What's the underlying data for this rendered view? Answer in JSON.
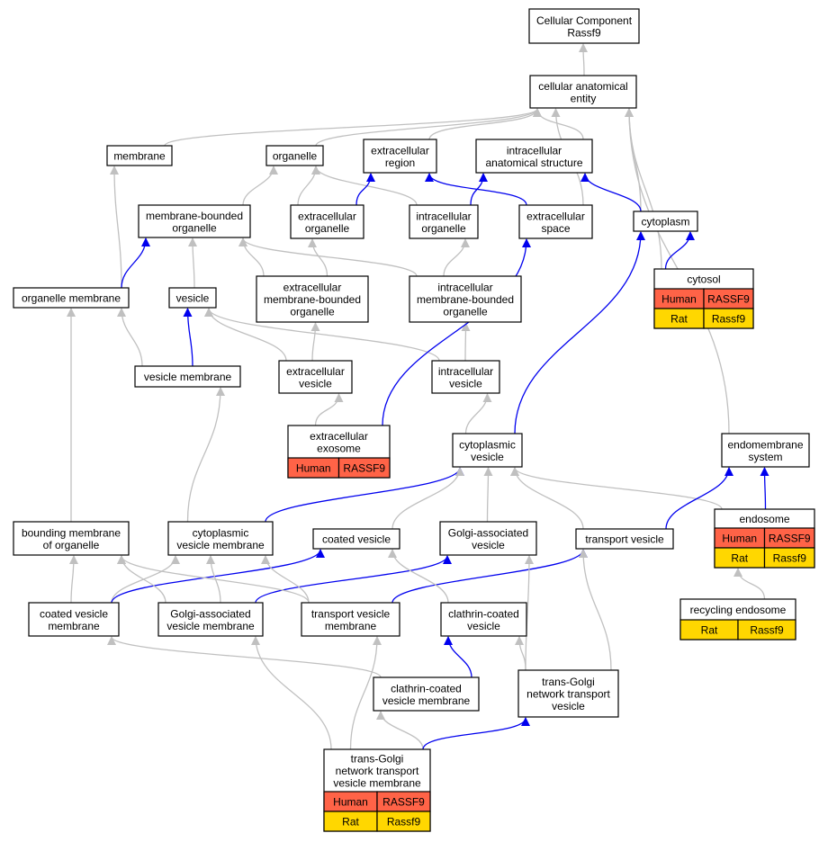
{
  "colors": {
    "is_a": "#c0c0c0",
    "part_of": "#0000ee",
    "human": "#ff6347",
    "rat": "#ffd700"
  },
  "nodes": [
    {
      "id": "cc_rassf9",
      "lines": [
        "Cellular Component",
        "Rassf9"
      ]
    },
    {
      "id": "cae",
      "lines": [
        "cellular anatomical",
        "entity"
      ]
    },
    {
      "id": "membrane",
      "lines": [
        "membrane"
      ]
    },
    {
      "id": "organelle",
      "lines": [
        "organelle"
      ]
    },
    {
      "id": "extracellular_region",
      "lines": [
        "extracellular",
        "region"
      ]
    },
    {
      "id": "intracellular_structure",
      "lines": [
        "intracellular",
        "anatomical structure"
      ]
    },
    {
      "id": "mb_organelle",
      "lines": [
        "membrane-bounded",
        "organelle"
      ]
    },
    {
      "id": "ec_organelle",
      "lines": [
        "extracellular",
        "organelle"
      ]
    },
    {
      "id": "ic_organelle",
      "lines": [
        "intracellular",
        "organelle"
      ]
    },
    {
      "id": "ec_space",
      "lines": [
        "extracellular",
        "space"
      ]
    },
    {
      "id": "cytoplasm",
      "lines": [
        "cytoplasm"
      ]
    },
    {
      "id": "cytosol",
      "lines": [
        "cytosol"
      ],
      "rows": [
        [
          "Human",
          "RASSF9"
        ],
        [
          "Rat",
          "Rassf9"
        ]
      ]
    },
    {
      "id": "organelle_membrane",
      "lines": [
        "organelle membrane"
      ]
    },
    {
      "id": "vesicle",
      "lines": [
        "vesicle"
      ]
    },
    {
      "id": "ec_mb_organelle",
      "lines": [
        "extracellular",
        "membrane-bounded",
        "organelle"
      ]
    },
    {
      "id": "ic_mb_organelle",
      "lines": [
        "intracellular",
        "membrane-bounded",
        "organelle"
      ]
    },
    {
      "id": "vesicle_membrane",
      "lines": [
        "vesicle membrane"
      ]
    },
    {
      "id": "ec_vesicle",
      "lines": [
        "extracellular",
        "vesicle"
      ]
    },
    {
      "id": "ic_vesicle",
      "lines": [
        "intracellular",
        "vesicle"
      ]
    },
    {
      "id": "ec_exosome",
      "lines": [
        "extracellular",
        "exosome"
      ],
      "rows": [
        [
          "Human",
          "RASSF9"
        ]
      ]
    },
    {
      "id": "cyto_vesicle",
      "lines": [
        "cytoplasmic",
        "vesicle"
      ]
    },
    {
      "id": "endomembrane",
      "lines": [
        "endomembrane",
        "system"
      ]
    },
    {
      "id": "bounding_membrane",
      "lines": [
        "bounding membrane",
        "of organelle"
      ]
    },
    {
      "id": "cyto_vesicle_membrane",
      "lines": [
        "cytoplasmic",
        "vesicle membrane"
      ]
    },
    {
      "id": "coated_vesicle",
      "lines": [
        "coated vesicle"
      ]
    },
    {
      "id": "golgi_vesicle",
      "lines": [
        "Golgi-associated",
        "vesicle"
      ]
    },
    {
      "id": "transport_vesicle",
      "lines": [
        "transport vesicle"
      ]
    },
    {
      "id": "endosome",
      "lines": [
        "endosome"
      ],
      "rows": [
        [
          "Human",
          "RASSF9"
        ],
        [
          "Rat",
          "Rassf9"
        ]
      ]
    },
    {
      "id": "coated_vesicle_membrane",
      "lines": [
        "coated vesicle",
        "membrane"
      ]
    },
    {
      "id": "golgi_vesicle_membrane",
      "lines": [
        "Golgi-associated",
        "vesicle membrane"
      ]
    },
    {
      "id": "transport_vesicle_membrane",
      "lines": [
        "transport vesicle",
        "membrane"
      ]
    },
    {
      "id": "clathrin_vesicle",
      "lines": [
        "clathrin-coated",
        "vesicle"
      ]
    },
    {
      "id": "recycling_endosome",
      "lines": [
        "recycling endosome"
      ],
      "rows": [
        [
          "Rat",
          "Rassf9"
        ]
      ]
    },
    {
      "id": "clathrin_vesicle_membrane",
      "lines": [
        "clathrin-coated",
        "vesicle membrane"
      ]
    },
    {
      "id": "tgn_vesicle",
      "lines": [
        "trans-Golgi",
        "network transport",
        "vesicle"
      ]
    },
    {
      "id": "tgn_vesicle_membrane",
      "lines": [
        "trans-Golgi",
        "network transport",
        "vesicle membrane"
      ],
      "rows": [
        [
          "Human",
          "RASSF9"
        ],
        [
          "Rat",
          "Rassf9"
        ]
      ]
    }
  ],
  "edges": [
    {
      "from": "cae",
      "to": "cc_rassf9",
      "type": "is_a"
    },
    {
      "from": "membrane",
      "to": "cae",
      "type": "is_a"
    },
    {
      "from": "organelle",
      "to": "cae",
      "type": "is_a"
    },
    {
      "from": "extracellular_region",
      "to": "cae",
      "type": "is_a"
    },
    {
      "from": "intracellular_structure",
      "to": "cae",
      "type": "is_a"
    },
    {
      "from": "ec_space",
      "to": "cae",
      "type": "is_a"
    },
    {
      "from": "cytoplasm",
      "to": "cae",
      "type": "is_a"
    },
    {
      "from": "cytosol",
      "to": "cae",
      "type": "is_a"
    },
    {
      "from": "endomembrane",
      "to": "cae",
      "type": "is_a"
    },
    {
      "from": "mb_organelle",
      "to": "organelle",
      "type": "is_a"
    },
    {
      "from": "ec_organelle",
      "to": "organelle",
      "type": "is_a"
    },
    {
      "from": "ic_organelle",
      "to": "organelle",
      "type": "is_a"
    },
    {
      "from": "ec_organelle",
      "to": "extracellular_region",
      "type": "part_of"
    },
    {
      "from": "ec_space",
      "to": "extracellular_region",
      "type": "part_of"
    },
    {
      "from": "ic_organelle",
      "to": "intracellular_structure",
      "type": "part_of"
    },
    {
      "from": "cytoplasm",
      "to": "intracellular_structure",
      "type": "part_of"
    },
    {
      "from": "cytosol",
      "to": "cytoplasm",
      "type": "part_of"
    },
    {
      "from": "organelle_membrane",
      "to": "membrane",
      "type": "is_a"
    },
    {
      "from": "organelle_membrane",
      "to": "mb_organelle",
      "type": "part_of"
    },
    {
      "from": "vesicle",
      "to": "mb_organelle",
      "type": "is_a"
    },
    {
      "from": "ec_mb_organelle",
      "to": "mb_organelle",
      "type": "is_a"
    },
    {
      "from": "ic_mb_organelle",
      "to": "mb_organelle",
      "type": "is_a"
    },
    {
      "from": "ec_mb_organelle",
      "to": "ec_organelle",
      "type": "is_a"
    },
    {
      "from": "ic_mb_organelle",
      "to": "ic_organelle",
      "type": "is_a"
    },
    {
      "from": "vesicle_membrane",
      "to": "organelle_membrane",
      "type": "is_a"
    },
    {
      "from": "vesicle_membrane",
      "to": "vesicle",
      "type": "part_of"
    },
    {
      "from": "ec_vesicle",
      "to": "vesicle",
      "type": "is_a"
    },
    {
      "from": "ic_vesicle",
      "to": "vesicle",
      "type": "is_a"
    },
    {
      "from": "ec_vesicle",
      "to": "ec_mb_organelle",
      "type": "is_a"
    },
    {
      "from": "ic_vesicle",
      "to": "ic_mb_organelle",
      "type": "is_a"
    },
    {
      "from": "ec_exosome",
      "to": "ec_vesicle",
      "type": "is_a"
    },
    {
      "from": "ec_exosome",
      "to": "ec_space",
      "type": "part_of"
    },
    {
      "from": "cyto_vesicle",
      "to": "ic_vesicle",
      "type": "is_a"
    },
    {
      "from": "cyto_vesicle",
      "to": "cytoplasm",
      "type": "part_of"
    },
    {
      "from": "bounding_membrane",
      "to": "organelle_membrane",
      "type": "is_a"
    },
    {
      "from": "cyto_vesicle_membrane",
      "to": "vesicle_membrane",
      "type": "is_a"
    },
    {
      "from": "cyto_vesicle_membrane",
      "to": "cyto_vesicle",
      "type": "part_of"
    },
    {
      "from": "coated_vesicle",
      "to": "cyto_vesicle",
      "type": "is_a"
    },
    {
      "from": "golgi_vesicle",
      "to": "cyto_vesicle",
      "type": "is_a"
    },
    {
      "from": "transport_vesicle",
      "to": "cyto_vesicle",
      "type": "is_a"
    },
    {
      "from": "endosome",
      "to": "cyto_vesicle",
      "type": "is_a"
    },
    {
      "from": "endosome",
      "to": "endomembrane",
      "type": "part_of"
    },
    {
      "from": "transport_vesicle",
      "to": "endomembrane",
      "type": "part_of"
    },
    {
      "from": "coated_vesicle_membrane",
      "to": "bounding_membrane",
      "type": "is_a"
    },
    {
      "from": "coated_vesicle_membrane",
      "to": "cyto_vesicle_membrane",
      "type": "is_a"
    },
    {
      "from": "coated_vesicle_membrane",
      "to": "coated_vesicle",
      "type": "part_of"
    },
    {
      "from": "golgi_vesicle_membrane",
      "to": "bounding_membrane",
      "type": "is_a"
    },
    {
      "from": "golgi_vesicle_membrane",
      "to": "cyto_vesicle_membrane",
      "type": "is_a"
    },
    {
      "from": "golgi_vesicle_membrane",
      "to": "golgi_vesicle",
      "type": "part_of"
    },
    {
      "from": "transport_vesicle_membrane",
      "to": "bounding_membrane",
      "type": "is_a"
    },
    {
      "from": "transport_vesicle_membrane",
      "to": "cyto_vesicle_membrane",
      "type": "is_a"
    },
    {
      "from": "transport_vesicle_membrane",
      "to": "transport_vesicle",
      "type": "part_of"
    },
    {
      "from": "clathrin_vesicle",
      "to": "coated_vesicle",
      "type": "is_a"
    },
    {
      "from": "recycling_endosome",
      "to": "endosome",
      "type": "is_a"
    },
    {
      "from": "clathrin_vesicle_membrane",
      "to": "coated_vesicle_membrane",
      "type": "is_a"
    },
    {
      "from": "clathrin_vesicle_membrane",
      "to": "clathrin_vesicle",
      "type": "part_of"
    },
    {
      "from": "tgn_vesicle",
      "to": "clathrin_vesicle",
      "type": "is_a"
    },
    {
      "from": "tgn_vesicle",
      "to": "golgi_vesicle",
      "type": "is_a"
    },
    {
      "from": "tgn_vesicle",
      "to": "transport_vesicle",
      "type": "is_a"
    },
    {
      "from": "tgn_vesicle_membrane",
      "to": "clathrin_vesicle_membrane",
      "type": "is_a"
    },
    {
      "from": "tgn_vesicle_membrane",
      "to": "golgi_vesicle_membrane",
      "type": "is_a"
    },
    {
      "from": "tgn_vesicle_membrane",
      "to": "transport_vesicle_membrane",
      "type": "is_a"
    },
    {
      "from": "tgn_vesicle_membrane",
      "to": "tgn_vesicle",
      "type": "part_of"
    }
  ]
}
